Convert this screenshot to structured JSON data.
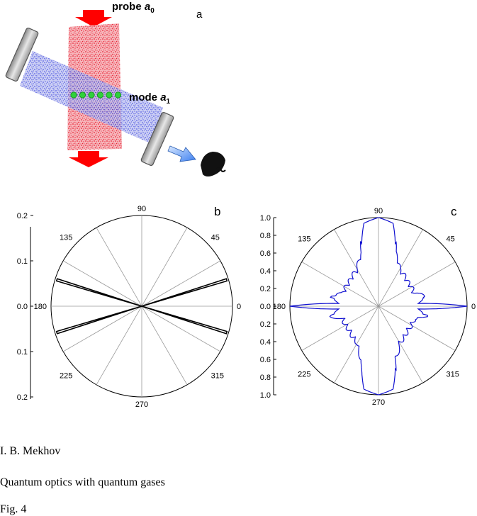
{
  "panel_a": {
    "label": "a",
    "probe_label": "probe ",
    "probe_var": "a",
    "probe_sub": "0",
    "mode_label": "mode ",
    "mode_var": "a",
    "mode_sub": "1",
    "atom_count": 6,
    "colors": {
      "probe_beam": "#e8192c",
      "mode_beam": "#1f2bd8",
      "atom": "#2fd13a",
      "arrow": "#ff0000",
      "mirror": "#bdbdbd",
      "detector": "#111111"
    },
    "icons": [
      "mirror",
      "mirror",
      "probe-arrow",
      "probe-arrow",
      "output-arrow",
      "photodetector"
    ]
  },
  "chart_data": [
    {
      "type": "polar",
      "panel_label": "b",
      "angle_labels": [
        "0",
        "45",
        "90",
        "135",
        "180",
        "225",
        "270",
        "315"
      ],
      "radial_scale_labels": [
        "0.2",
        "0.1",
        "0.0",
        "0.1",
        "0.2"
      ],
      "rmax": 0.25,
      "series": [
        {
          "values": [
            [
              -18,
              0.245
            ],
            [
              -16.5,
              0.245
            ],
            [
              16.5,
              0.245
            ],
            [
              18,
              0.245
            ],
            [
              162,
              0.245
            ],
            [
              163.5,
              0.245
            ],
            [
              196.5,
              0.245
            ],
            [
              198,
              0.245
            ]
          ]
        }
      ],
      "line_color": "#000000"
    },
    {
      "type": "polar",
      "panel_label": "c",
      "angle_labels": [
        "0",
        "45",
        "90",
        "135",
        "180",
        "225",
        "270",
        "315"
      ],
      "radial_scale_labels": [
        "1.0",
        "0.8",
        "0.6",
        "0.4",
        "0.2",
        "0.0",
        "0.2",
        "0.4",
        "0.6",
        "0.8",
        "1.0"
      ],
      "rmax": 1.0,
      "series": [
        {
          "values": [
            [
              0,
              1.0
            ],
            [
              4,
              0.45
            ],
            [
              8,
              0.5
            ],
            [
              12,
              0.52
            ],
            [
              20,
              0.4
            ],
            [
              40,
              0.4
            ],
            [
              60,
              0.45
            ],
            [
              72,
              0.6
            ],
            [
              80,
              0.95
            ],
            [
              90,
              1.0
            ],
            [
              100,
              0.95
            ],
            [
              108,
              0.6
            ],
            [
              120,
              0.45
            ],
            [
              140,
              0.4
            ],
            [
              160,
              0.4
            ],
            [
              168,
              0.52
            ],
            [
              172,
              0.5
            ],
            [
              176,
              0.45
            ],
            [
              180,
              1.0
            ]
          ]
        }
      ],
      "line_color": "#1010d0"
    }
  ],
  "caption": {
    "author": "I. B. Mekhov",
    "title": "Quantum optics with quantum gases",
    "figure": "Fig. 4"
  }
}
